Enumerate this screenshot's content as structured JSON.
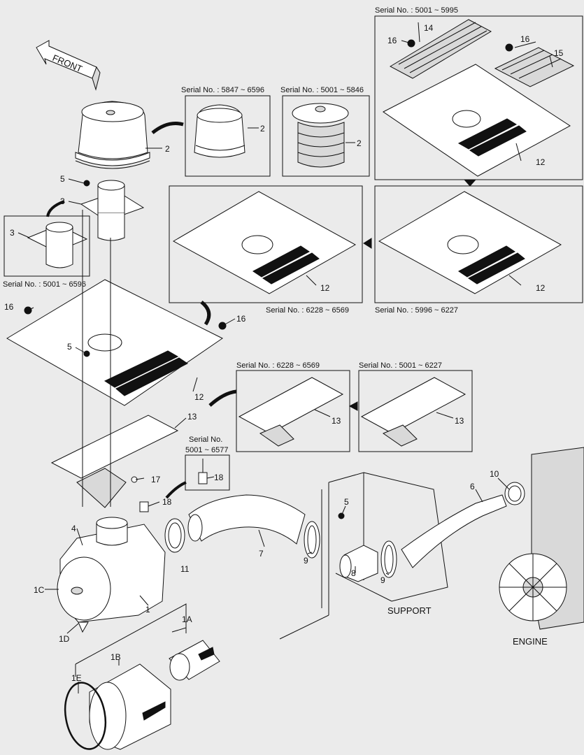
{
  "orientation": {
    "front_label": "FRONT"
  },
  "serial_captions": {
    "filter_cover_a": "Serial No. : 5847 ~ 6596",
    "filter_cover_b": "Serial No. : 5001 ~ 5846",
    "top_plate_early": "Serial No. : 5001 ~ 5995",
    "plate_6228": "Serial No. : 6228 ~ 6569",
    "plate_5996": "Serial No. : 5996 ~ 6227",
    "flange": "Serial No. : 5001 ~ 6596",
    "bracket_6228": "Serial No. : 6228 ~ 6569",
    "bracket_5001": "Serial No. : 5001 ~ 6227",
    "indicator_line1": "Serial No.",
    "indicator_line2": "5001 ~ 6577"
  },
  "part_numbers": {
    "p2": "2",
    "p3": "3",
    "p4": "4",
    "p5": "5",
    "p6": "6",
    "p7": "7",
    "p8": "8",
    "p9": "9",
    "p10": "10",
    "p11": "11",
    "p12": "12",
    "p13": "13",
    "p14": "14",
    "p15": "15",
    "p16": "16",
    "p17": "17",
    "p18": "18",
    "p1": "1",
    "p1a": "1A",
    "p1b": "1B",
    "p1c": "1C",
    "p1d": "1D",
    "p1e": "1E"
  },
  "area_labels": {
    "support": "SUPPORT",
    "engine": "ENGINE"
  }
}
